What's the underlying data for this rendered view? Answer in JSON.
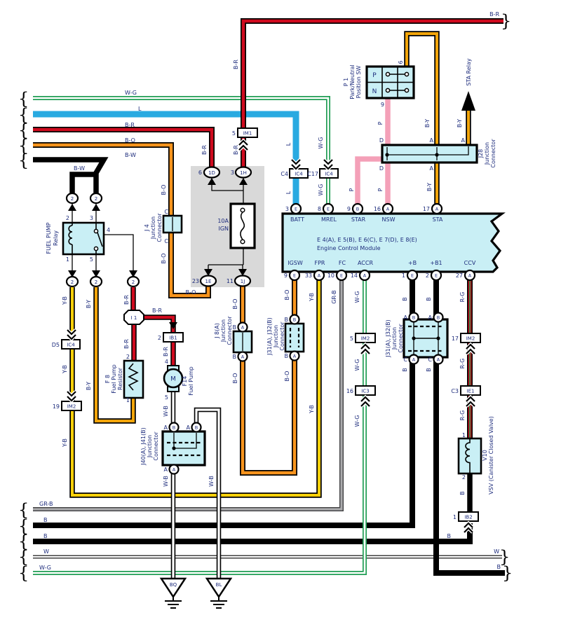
{
  "wire_labels": {
    "w_g": "W-G",
    "l": "L",
    "b_r": "B-R",
    "b_o": "B-O",
    "b_w": "B-W",
    "y_b": "Y-B",
    "b_y": "B-Y",
    "p": "P",
    "gr_b": "GR-B",
    "b": "B",
    "w": "W",
    "r_g": "R-G",
    "w_b": "W-B"
  },
  "glyphs": {
    "brace_left": "{",
    "brace_right": "}"
  },
  "ecm": {
    "title": "E 4(A), E 5(B), E 6(C), E 7(D), E 8(E)",
    "subtitle": "Engine Control Module",
    "top_pins": [
      {
        "num": "3",
        "conn": "E",
        "name": "BATT"
      },
      {
        "num": "8",
        "conn": "E",
        "name": "MREL"
      },
      {
        "num": "9",
        "conn": "B",
        "name": "STAR"
      },
      {
        "num": "16",
        "conn": "A",
        "name": "NSW"
      },
      {
        "num": "17",
        "conn": "A",
        "name": "STA"
      }
    ],
    "bottom_pins": [
      {
        "num": "9",
        "conn": "E",
        "name": "IGSW"
      },
      {
        "num": "33",
        "conn": "A",
        "name": "FPR"
      },
      {
        "num": "10",
        "conn": "E",
        "name": "FC"
      },
      {
        "num": "14",
        "conn": "A",
        "name": "ACCR"
      },
      {
        "num": "1",
        "conn": "E",
        "name": "+B"
      },
      {
        "num": "2",
        "conn": "E",
        "name": "+B1"
      },
      {
        "num": "27",
        "conn": "A",
        "name": "CCV"
      }
    ]
  },
  "pnp_switch": {
    "id": "P 1",
    "name_line1": "Park/Neutral",
    "name_line2": "Position SW",
    "row_p": "P",
    "row_n": "N",
    "pin_top": "6",
    "pin_bottom": "9"
  },
  "sta_relay_ref": "STA Relay",
  "j28": {
    "id": "J28",
    "name_line1": "Junction",
    "name_line2": "Connector"
  },
  "fuse": {
    "rating": "10A",
    "name": "IGN"
  },
  "fusebox_connectors": {
    "c1d": {
      "num": "6",
      "code": "1D"
    },
    "c1h": {
      "num": "3",
      "code": "1H"
    },
    "c1e": {
      "num": "23",
      "code": "1E"
    },
    "c1j": {
      "num": "11",
      "code": "1J"
    }
  },
  "inline_connectors": {
    "im1": {
      "num": "5",
      "code": "IM1"
    },
    "ic4_c4": {
      "num": "C4",
      "code": "IC4"
    },
    "ic4_c17": {
      "num": "C17",
      "code": "IC4"
    },
    "ic4_d5": {
      "num": "D5",
      "code": "IC4"
    },
    "im2_19": {
      "num": "19",
      "code": "IM2"
    },
    "im2_5": {
      "num": "5",
      "code": "IM2"
    },
    "ic3_16": {
      "num": "16",
      "code": "IC3"
    },
    "im2_17": {
      "num": "17",
      "code": "IM2"
    },
    "ie1_c3": {
      "num": "C3",
      "code": "IE1"
    },
    "ib1": {
      "num": "2",
      "code": "IB1"
    },
    "ib2": {
      "num": "1",
      "code": "IB2"
    }
  },
  "relay": {
    "name_line1": "FUEL PUMP",
    "name_line2": "Relay",
    "terminal": "2",
    "pins": {
      "p1": "1",
      "p2": "2",
      "p3": "3",
      "p4": "4",
      "p5": "5"
    }
  },
  "j4": {
    "id": "J 4",
    "name_line1": "Junction",
    "name_line2": "Connector",
    "pin": "C"
  },
  "j8": {
    "id": "J 8(A)",
    "name_line1": "Junction",
    "name_line2": "Connector"
  },
  "j31_mid": {
    "id": "J31(A), J32(B)",
    "name_line1": "Junction",
    "name_line2": "Connector"
  },
  "j31_right": {
    "id": "J31(A), J32(B)",
    "name_line1": "Junction",
    "name_line2": "Connector"
  },
  "j40": {
    "id": "J40(A), J41(B)",
    "name_line1": "Junction",
    "name_line2": "Connector"
  },
  "i1_node": "I 1",
  "resistor": {
    "id": "F 8",
    "name_line1": "Fuel Pump",
    "name_line2": "Resistor",
    "pin_top": "2",
    "pin_bottom": "1"
  },
  "pump": {
    "id": "F14",
    "name": "Fuel Pump",
    "symbol": "M",
    "pin_top": "4",
    "pin_bottom": "5"
  },
  "vsv": {
    "id": "V10",
    "name": "VSV (Canister Closed Valve)",
    "pin_top": "1",
    "pin_bottom": "2"
  },
  "grounds": {
    "left": "BQ",
    "right": "BL"
  },
  "pin_letters": {
    "a": "A",
    "b": "B",
    "c": "C",
    "d": "D",
    "e": "E"
  },
  "colors": {
    "b_r": "#cf0a1e",
    "b_o": "#f7941d",
    "y_b": "#ffd10a",
    "b_y": "#f2a50a",
    "l_blue": "#29aae1",
    "green": "#1f9d53",
    "pink": "#f4a0b8",
    "gray": "#ababad",
    "component_fill": "#c9eff5",
    "fusebox_gray": "#d9d9d9",
    "label_text": "#1b2a7b"
  }
}
